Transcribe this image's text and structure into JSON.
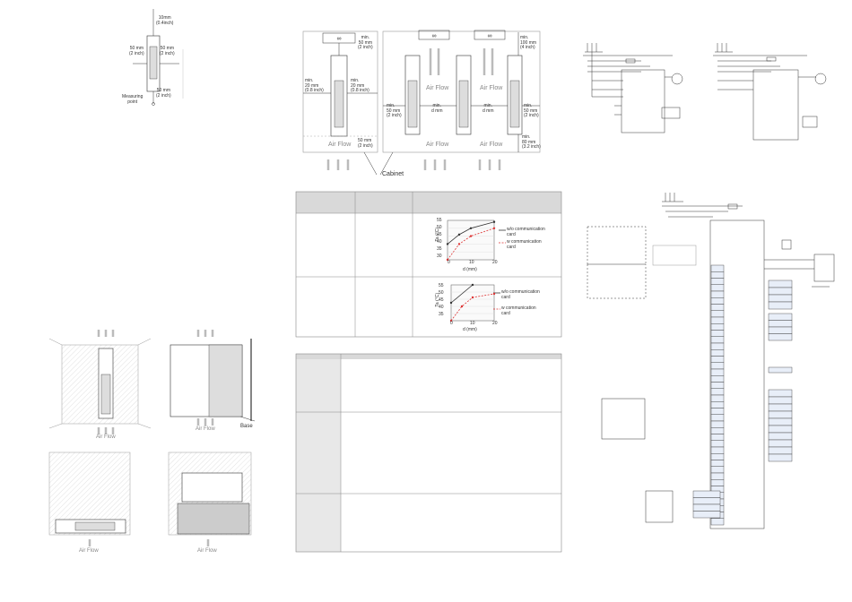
{
  "clearance": {
    "top": "10mm\n(0.4inch)",
    "left": "50 mm\n(2 inch)",
    "right": "50 mm\n(2 inch)",
    "bottom": "50 mm\n(2 inch)",
    "measuring_point": "Measuring\npoint"
  },
  "cabinet": {
    "single": {
      "top": "min.\n50 mm\n(2 inch)",
      "left": "min.\n20 mm\n(0.8 inch)",
      "right": "min.\n20 mm\n(0.8 inch)",
      "bottom": "50 mm\n(2 inch)",
      "air_flow": "Air Flow"
    },
    "multi": {
      "top": "min.\n100 mm\n(4 inch)",
      "left": "min.\n50 mm\n(2 inch)",
      "gap1": "min.\nd mm",
      "gap2": "min.\nd mm",
      "right": "min.\n50 mm\n(2 inch)",
      "bottom": "min.\n80 mm\n(3.2 inch)",
      "air_flow_1": "Air Flow",
      "air_flow_2": "Air Flow",
      "air_flow_bottom_1": "Air Flow",
      "air_flow_bottom_2": "Air Flow"
    },
    "label": "Cabinet"
  },
  "mounting": {
    "air_flow_1": "Air Flow",
    "air_flow_2": "Air Flow",
    "base": "Base",
    "air_flow_3": "Air Flow",
    "air_flow_4": "Air Flow"
  },
  "derating": {
    "chart1": {
      "ylabel": "Ta (°C)",
      "xlabel": "d (mm)",
      "yticks": [
        "55",
        "50",
        "45",
        "40",
        "35",
        "30"
      ],
      "xticks": [
        "0",
        "10",
        "20"
      ],
      "legend_1": "w/o communication\ncard",
      "legend_2": "w communication\ncard"
    },
    "chart2": {
      "ylabel": "Ta (°C)",
      "xlabel": "d (mm)",
      "yticks": [
        "55",
        "50",
        "45",
        "40",
        "35"
      ],
      "xticks": [
        "0",
        "10",
        "20"
      ],
      "legend_1": "w/o communication\ncard",
      "legend_2": "w communication\ncard"
    }
  },
  "chart_data": [
    {
      "type": "line",
      "xlabel": "d (mm)",
      "ylabel": "Ta (°C)",
      "xlim": [
        0,
        20
      ],
      "ylim": [
        30,
        55
      ],
      "series": [
        {
          "name": "w/o communication card",
          "x": [
            0,
            5,
            10,
            20
          ],
          "y": [
            40,
            46,
            50,
            54
          ]
        },
        {
          "name": "w communication card",
          "x": [
            0,
            5,
            10,
            20
          ],
          "y": [
            30,
            40,
            45,
            50
          ]
        }
      ]
    },
    {
      "type": "line",
      "xlabel": "d (mm)",
      "ylabel": "Ta (°C)",
      "xlim": [
        0,
        20
      ],
      "ylim": [
        35,
        55
      ],
      "series": [
        {
          "name": "w/o communication card",
          "x": [
            0,
            10
          ],
          "y": [
            45,
            55
          ]
        },
        {
          "name": "w communication card",
          "x": [
            0,
            5,
            10,
            20
          ],
          "y": [
            35,
            43,
            48,
            50
          ]
        }
      ]
    }
  ]
}
